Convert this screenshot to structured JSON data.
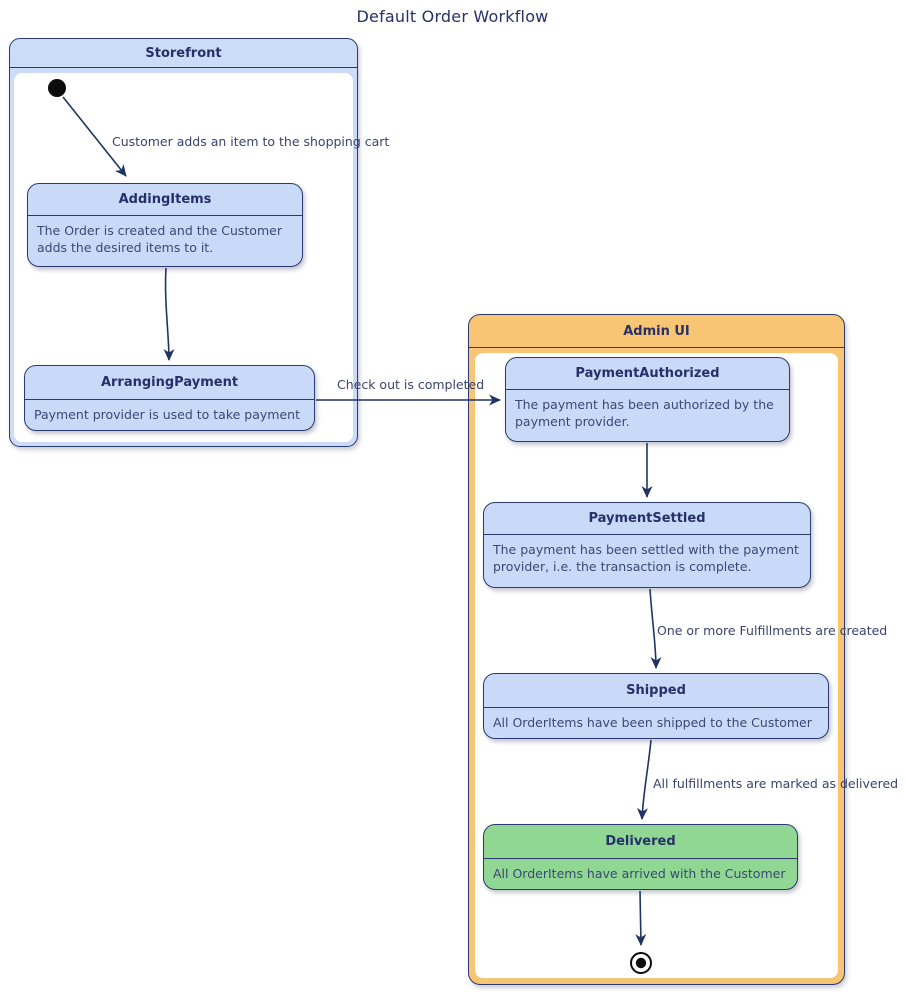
{
  "title": "Default Order Workflow",
  "colors": {
    "navy_border": "#2B3A6E",
    "navy_text": "#27306A",
    "body_text": "#3B4775",
    "arrow": "#1F3464",
    "state_fill_blue": "#C9DAF8",
    "state_fill_green": "#8FD792",
    "container_fill_blue": "#CBDCF8",
    "container_fill_orange": "#F7C573",
    "background": "#ffffff"
  },
  "containers": {
    "storefront": {
      "label": "Storefront"
    },
    "admin_ui": {
      "label": "Admin UI"
    }
  },
  "states": {
    "adding_items": {
      "title": "AddingItems",
      "description": "The Order is created and the Customer adds the desired items to it."
    },
    "arranging_payment": {
      "title": "ArrangingPayment",
      "description": "Payment provider is used to take payment"
    },
    "payment_authorized": {
      "title": "PaymentAuthorized",
      "description": "The payment has been authorized by the payment provider."
    },
    "payment_settled": {
      "title": "PaymentSettled",
      "description": "The payment has been settled with the payment provider, i.e. the transaction is complete."
    },
    "shipped": {
      "title": "Shipped",
      "description": "All OrderItems have been shipped to the Customer"
    },
    "delivered": {
      "title": "Delivered",
      "description": "All OrderItems have arrived with the Customer"
    }
  },
  "transitions": {
    "add_item": "Customer adds an item to the shopping cart",
    "checkout": "Check out is completed",
    "fulfillments_created": "One or more Fulfillments are created",
    "marked_delivered": "All fulfillments are marked as delivered"
  }
}
